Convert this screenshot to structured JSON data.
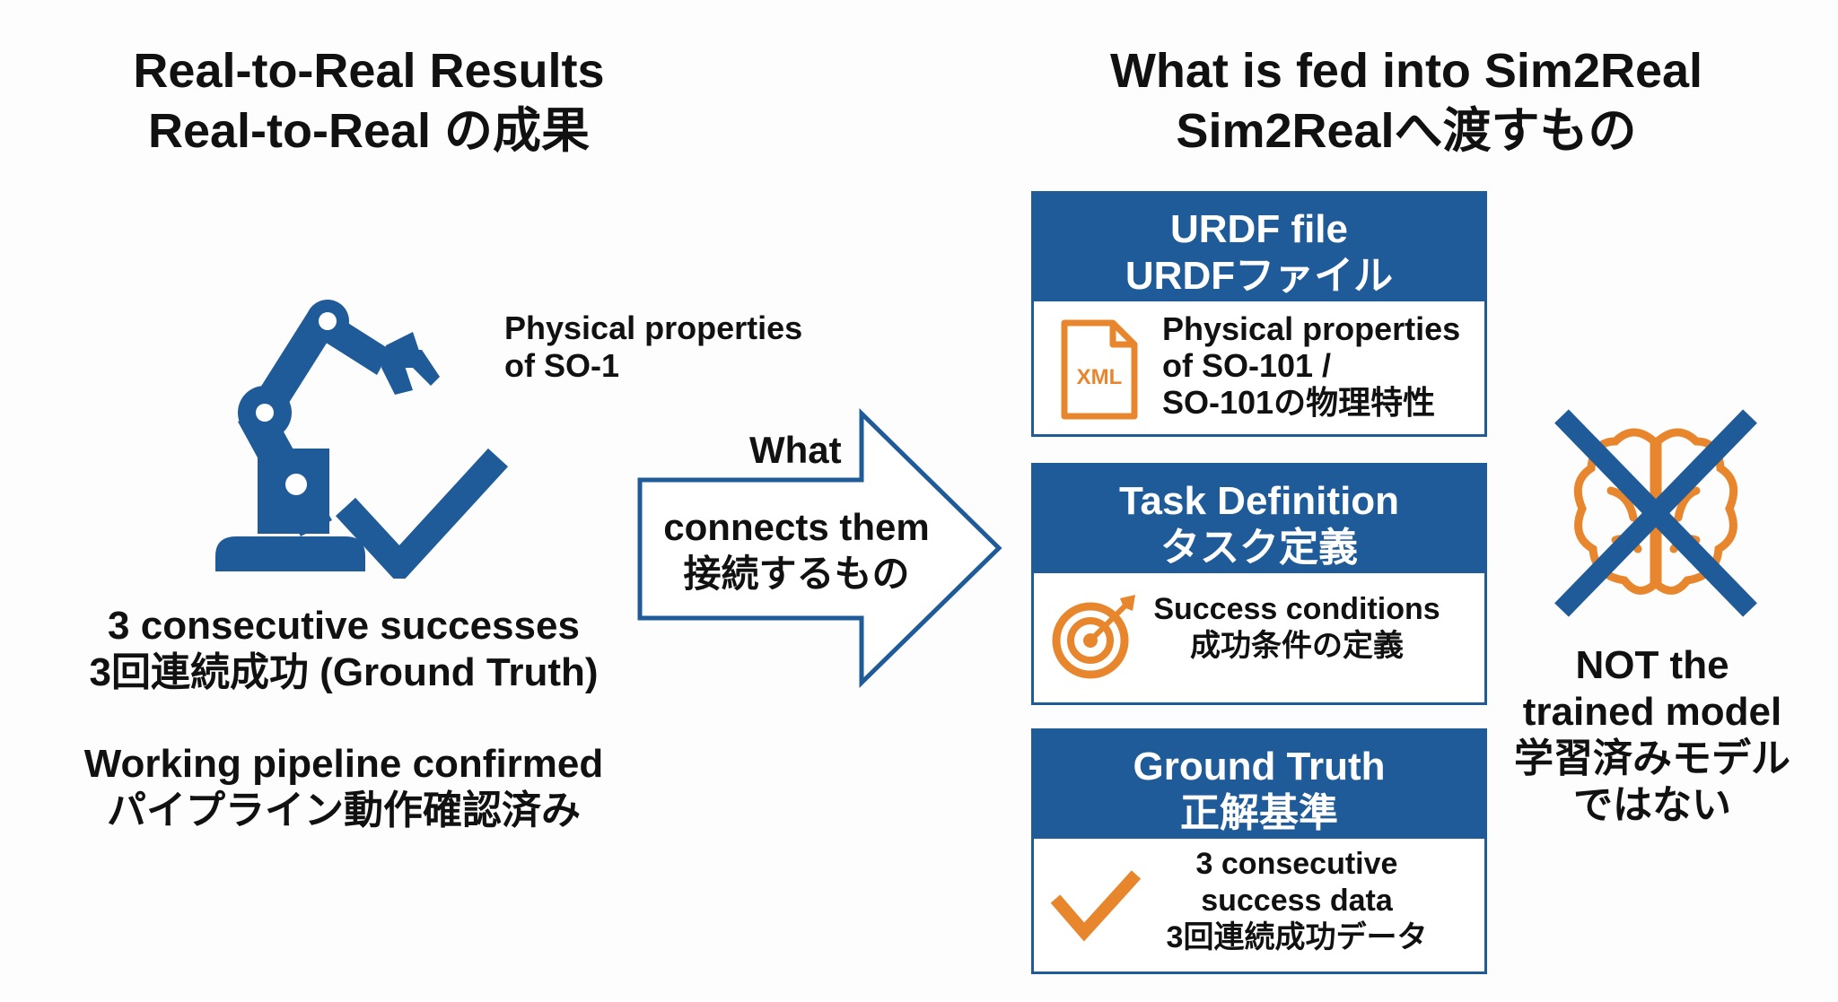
{
  "left": {
    "title_en": "Real-to-Real Results",
    "title_ja": "Real-to-Real の成果",
    "robot_label_line1": "Physical properties",
    "robot_label_line2": "of SO-1",
    "result_en": "3 consecutive successes",
    "result_ja": "3回連続成功 (Ground Truth)",
    "pipeline_en": "Working pipeline confirmed",
    "pipeline_ja": "パイプライン動作確認済み"
  },
  "arrow": {
    "line1": "What",
    "line2": "connects them",
    "line3": "接続するもの"
  },
  "right": {
    "title_en": "What is fed into Sim2Real",
    "title_ja": "Sim2Realへ渡すもの",
    "boxes": [
      {
        "title_en": "URDF file",
        "title_ja": "URDFファイル",
        "icon_text": "XML",
        "lines": [
          "Physical properties",
          "of SO-101 /",
          "SO-101の物理特性"
        ]
      },
      {
        "title_en": "Task Definition",
        "title_ja": "タスク定義",
        "lines": [
          "Success conditions",
          "成功条件の定義"
        ]
      },
      {
        "title_en": "Ground Truth",
        "title_ja": "正解基準",
        "lines": [
          "3 consecutive",
          "success data",
          "3回連続成功データ"
        ]
      }
    ],
    "not_line1": "NOT the",
    "not_line2": "trained model",
    "not_line3": "学習済みモデル",
    "not_line4": "ではない"
  },
  "colors": {
    "blue": "#1f5b99",
    "orange": "#e8862e"
  }
}
